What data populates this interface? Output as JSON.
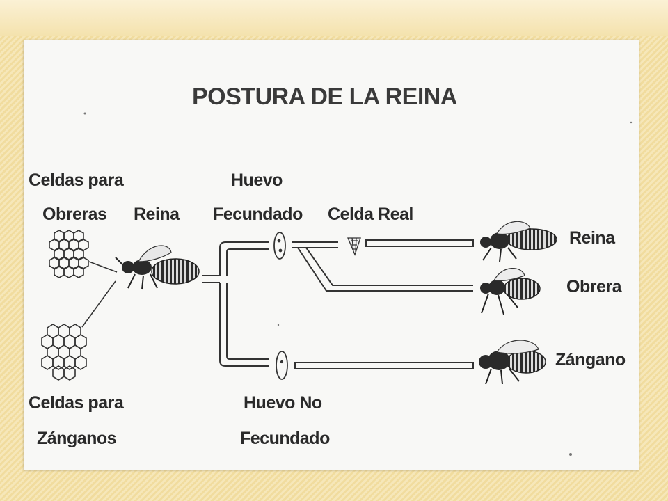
{
  "diagram": {
    "title": "POSTURA DE LA REINA",
    "labels": {
      "celdas_obreras_1": "Celdas para",
      "celdas_obreras_2": "Obreras",
      "celdas_zanganos_1": "Celdas para",
      "celdas_zanganos_2": "Zánganos",
      "reina_left": "Reina",
      "huevo_fecundado_1": "Huevo",
      "huevo_fecundado_2": "Fecundado",
      "celda_real": "Celda Real",
      "huevo_no_fecundado_1": "Huevo No",
      "huevo_no_fecundado_2": "Fecundado",
      "out_reina": "Reina",
      "out_obrera": "Obrera",
      "out_zangano": "Zángano"
    }
  },
  "colors": {
    "ink": "#2a2a2a",
    "panel": "#f8f8f6",
    "frame": "#f4e2ad"
  }
}
